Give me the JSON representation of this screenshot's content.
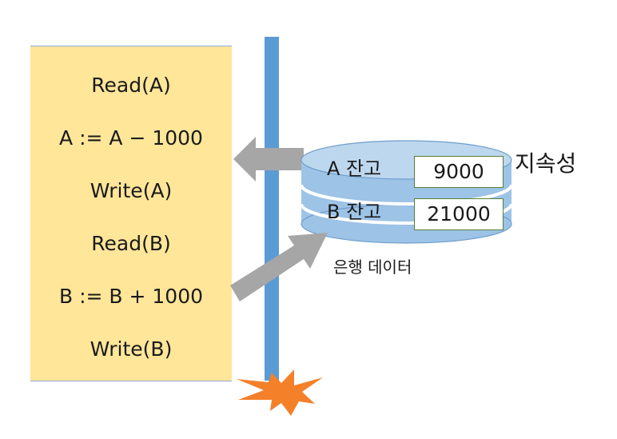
{
  "transaction": {
    "steps": [
      "Read(A)",
      "A := A − 1000",
      "Write(A)",
      "Read(B)",
      "B := B + 1000",
      "Write(B)"
    ]
  },
  "database": {
    "rows": [
      {
        "label": "A 잔고",
        "value": "9000"
      },
      {
        "label": "B 잔고",
        "value": "21000"
      }
    ],
    "caption": "은행 데이터",
    "property_label": "지속성"
  },
  "colors": {
    "panel": "#ffe699",
    "bar": "#5b9bd5",
    "disk": "#9dc3e6",
    "arrow": "#a6a6a6",
    "burst": "#f4802a",
    "value_border": "#548235"
  },
  "icons": {
    "crash": "explosion-burst-icon",
    "database": "database-disk-icon"
  }
}
